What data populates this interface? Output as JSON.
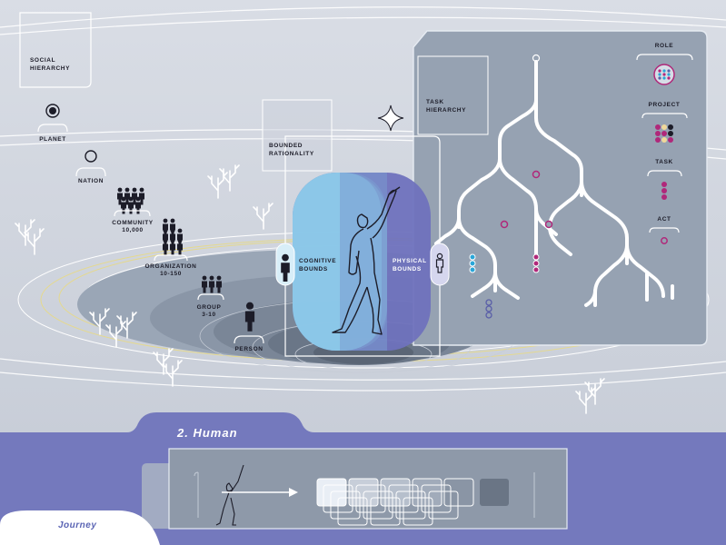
{
  "social_hierarchy": {
    "title_line1": "SOCIAL",
    "title_line2": "HIERARCHY",
    "levels": [
      {
        "label": "PLANET",
        "sub": ""
      },
      {
        "label": "NATION",
        "sub": ""
      },
      {
        "label": "COMMUNITY",
        "sub": "10,000"
      },
      {
        "label": "ORGANIZATION",
        "sub": "10-150"
      },
      {
        "label": "GROUP",
        "sub": "3-10"
      },
      {
        "label": "PERSON",
        "sub": ""
      }
    ]
  },
  "bounded_rationality": {
    "title_line1": "BOUNDED",
    "title_line2": "RATIONALITY",
    "cognitive_line1": "COGNITIVE",
    "cognitive_line2": "BOUNDS",
    "physical_line1": "PHYSICAL",
    "physical_line2": "BOUNDS"
  },
  "task_hierarchy": {
    "title_line1": "TASK",
    "title_line2": "HIERARCHY",
    "legend": [
      {
        "label": "ROLE",
        "icon": "role-icon"
      },
      {
        "label": "PROJECT",
        "icon": "project-icon"
      },
      {
        "label": "TASK",
        "icon": "task-icon"
      },
      {
        "label": "ACT",
        "icon": "act-icon"
      }
    ]
  },
  "section": {
    "title": "2.  Human",
    "tab": "Journey"
  },
  "colors": {
    "background": "#ccd2dc",
    "cognitive": "#8fd3ee",
    "physical": "#6f72bd",
    "panel": "#96a2b2",
    "band": "#7479bd",
    "magenta": "#b0287a",
    "cyan": "#2aa6d8"
  }
}
